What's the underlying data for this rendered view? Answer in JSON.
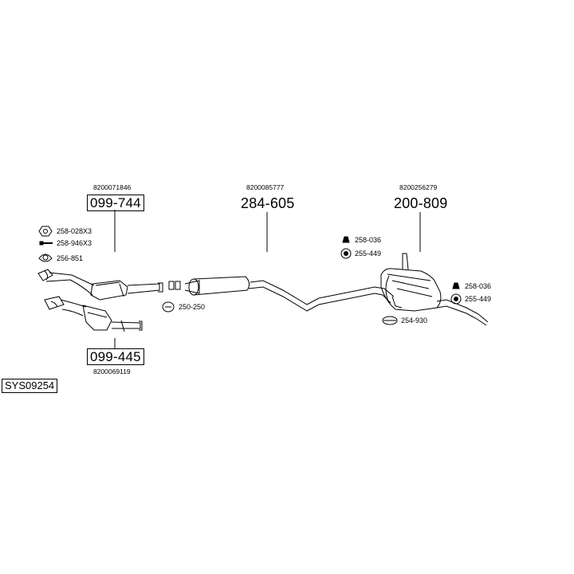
{
  "system_code": "SYS09254",
  "assemblies": [
    {
      "oe_number": "8200071846",
      "part_number": "099-744",
      "boxed": true
    },
    {
      "oe_number": "8200069119",
      "part_number": "099-445",
      "boxed": true
    },
    {
      "oe_number": "8200085777",
      "part_number": "284-605",
      "boxed": false
    },
    {
      "oe_number": "8200256279",
      "part_number": "200-809",
      "boxed": false
    }
  ],
  "small_parts": [
    {
      "part_number": "258-028X3",
      "icon": "nut-icon"
    },
    {
      "part_number": "258-946X3",
      "icon": "bolt-icon"
    },
    {
      "part_number": "256-851",
      "icon": "gasket-icon"
    },
    {
      "part_number": "250-250",
      "icon": "clamp-icon"
    },
    {
      "part_number": "258-036",
      "icon": "rubber-mount-icon"
    },
    {
      "part_number": "255-449",
      "icon": "rubber-hanger-icon"
    },
    {
      "part_number": "254-930",
      "icon": "band-clamp-icon"
    },
    {
      "part_number": "258-036",
      "icon": "rubber-mount-icon"
    },
    {
      "part_number": "255-449",
      "icon": "rubber-hanger-icon"
    }
  ]
}
